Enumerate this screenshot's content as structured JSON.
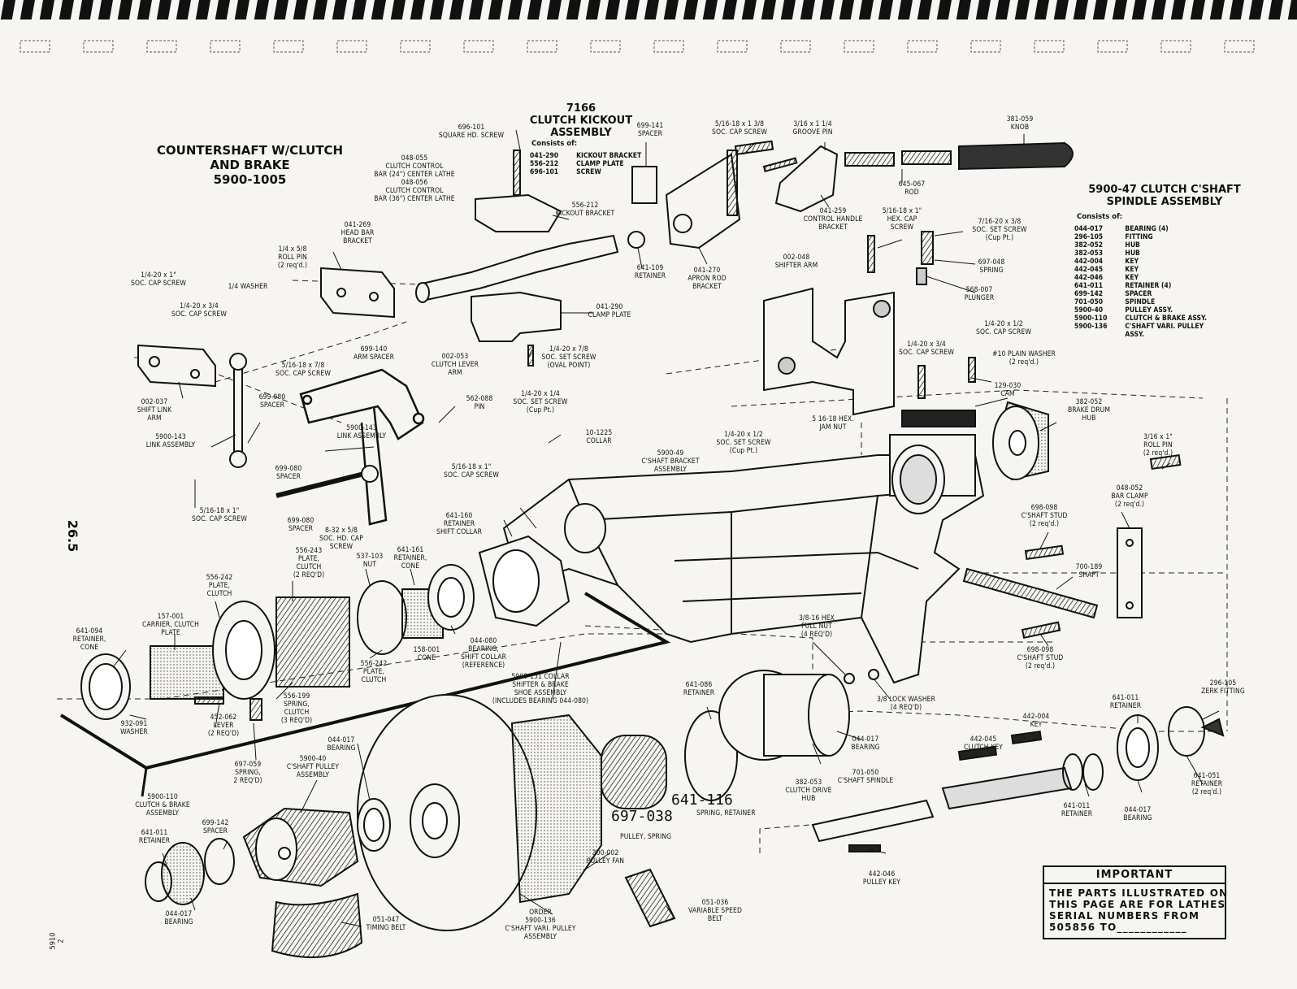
{
  "page": {
    "page_number": "26.5",
    "footer_code": "5910\n2"
  },
  "titles": {
    "main": "COUNTERSHAFT W/CLUTCH\nAND BRAKE\n5900-1005",
    "kickout": "7166\nCLUTCH KICKOUT\nASSEMBLY",
    "kickout_consists": "Consists of:",
    "spindle": "5900-47 CLUTCH C'SHAFT\nSPINDLE ASSEMBLY",
    "spindle_consists": "Consists of:"
  },
  "kickout_parts": [
    {
      "num": "041-290",
      "name": "KICKOUT BRACKET"
    },
    {
      "num": "556-212",
      "name": "CLAMP PLATE"
    },
    {
      "num": "696-101",
      "name": "SCREW"
    }
  ],
  "spindle_parts": [
    {
      "num": "044-017",
      "name": "BEARING (4)"
    },
    {
      "num": "296-105",
      "name": "FITTING"
    },
    {
      "num": "382-052",
      "name": "HUB"
    },
    {
      "num": "382-053",
      "name": "HUB"
    },
    {
      "num": "442-004",
      "name": "KEY"
    },
    {
      "num": "442-045",
      "name": "KEY"
    },
    {
      "num": "442-046",
      "name": "KEY"
    },
    {
      "num": "641-011",
      "name": "RETAINER (4)"
    },
    {
      "num": "699-142",
      "name": "SPACER"
    },
    {
      "num": "701-050",
      "name": "SPINDLE"
    },
    {
      "num": "5900-40",
      "name": "PULLEY ASSY."
    },
    {
      "num": "5900-110",
      "name": "CLUTCH & BRAKE ASSY."
    },
    {
      "num": "5900-136",
      "name": "C'SHAFT VARI. PULLEY\nASSY."
    }
  ],
  "important": {
    "heading": "IMPORTANT",
    "text": "THE PARTS ILLUSTRATED ON\nTHIS PAGE ARE FOR LATHES\nSERIAL NUMBERS FROM\n505856 TO____________"
  },
  "handwritten": {
    "part1": "641-116",
    "part1_desc": "SPRING, RETAINER",
    "part2": "697-038",
    "part2_desc": "PULLEY, SPRING"
  },
  "labels": [
    "696-101\nSQUARE HD. SCREW",
    "048-055\nCLUTCH CONTROL\nBAR (24\") CENTER LATHE\n048-056\nCLUTCH CONTROL\nBAR (36\") CENTER LATHE",
    "556-212\nKICKOUT BRACKET",
    "699-141\nSPACER",
    "5/16-18 x 1 3/8\nSOC. CAP SCREW",
    "3/16 x 1 1/4\nGROOVE PIN",
    "381-059\nKNOB",
    "645-067\nROD",
    "041-259\nCONTROL HANDLE\nBRACKET",
    "041-269\nHEAD BAR\nBRACKET",
    "1/4 x 5/8\nROLL PIN\n(2 req'd.)",
    "1/4-20 x 1\"\nSOC. CAP SCREW",
    "1/4 WASHER",
    "1/4-20 x 3/4\nSOC. CAP SCREW",
    "699-140\nARM SPACER",
    "641-109\nRETAINER",
    "041-270\nAPRON ROD\nBRACKET",
    "041-290\nCLAMP PLATE",
    "5/16-18 x 1\"\nHEX. CAP\nSCREW",
    "7/16-20 x 3/8\nSOC. SET SCREW\n(Cup Pt.)",
    "697-048\nSPRING",
    "568-007\nPLUNGER",
    "002-048\nSHIFTER ARM",
    "1/4-20 x 7/8\nSOC. SET SCREW\n(OVAL POINT)",
    "002-053\nCLUTCH LEVER\nARM",
    "1/4-20 x 1/2\nSOC. CAP SCREW",
    "1/4-20 x 3/4\nSOC. CAP SCREW",
    "#10 PLAIN WASHER\n(2 req'd.)",
    "129-030\nCAM",
    "382-052\nBRAKE DRUM\nHUB",
    "3/16 x 1\"\nROLL PIN\n(2 req'd.)",
    "5/16-18 x 7/8\nSOC. CAP SCREW",
    "699-080\nSPACER",
    "002-037\nSHIFT LINK\nARM",
    "5900-143\nLINK ASSEMBLY",
    "5900-143\nLINK ASSEMBLY",
    "562-088\nPIN",
    "1/4-20 x 1/4\nSOC. SET SCREW\n(Cup Pt.)",
    "10-1225\nCOLLAR",
    "5 16-18 HEX.\nJAM NUT",
    "1/4-20 x 1/2\nSOC. SET SCREW\n(Cup Pt.)",
    "5900-49\nC'SHAFT BRACKET\nASSEMBLY",
    "048-052\nBAR CLAMP\n(2 req'd.)",
    "699-080\nSPACER",
    "5/16-18 x 1\"\nSOC. CAP SCREW",
    "5/16-18 x 1\"\nSOC. CAP SCREW",
    "699-080\nSPACER",
    "8-32 x 5/8\nSOC. HD. CAP\nSCREW",
    "641-160\nRETAINER\nSHIFT COLLAR",
    "698-098\nC'SHAFT STUD\n(2 req'd.)",
    "556-243\nPLATE,\nCLUTCH\n(2 REQ'D)",
    "537-103\nNUT",
    "641-161\nRETAINER,\nCONE",
    "556-242\nPLATE,\nCLUTCH",
    "700-189\nSHAFT",
    "157-001\nCARRIER, CLUTCH\nPLATE",
    "641-094\nRETAINER,\nCONE",
    "3/8-16 HEX\nFULL NUT\n(4 REQ'D)",
    "158-001\nCONE",
    "044-080\nBEARING,\nSHIFT COLLAR\n(REFERENCE)",
    "556-242\nPLATE,\nCLUTCH",
    "698-098\nC'SHAFT STUD\n(2 req'd.)",
    "556-199\nSPRING,\nCLUTCH\n(3 REQ'D)",
    "5900-151 COLLAR\nSHIFTER & BRAKE\nSHOE ASSEMBLY\n(INCLUDES BEARING 044-080)",
    "296-105\nZERK FITTING",
    "3/8 LOCK WASHER\n(4 REQ'D)",
    "641-086\nRETAINER",
    "932-091\nWASHER",
    "452-062\nLEVER\n(2 REQ'D)",
    "641-011\nRETAINER",
    "044-017\nBEARING",
    "442-004\nKEY",
    "442-045\nCLUTCH KEY",
    "697-059\nSPRING,\n2 REQ'D)",
    "5900-40\nC'SHAFT PULLEY\nASSEMBLY",
    "044-017\nBEARING",
    "701-050\nC'SHAFT SPINDLE",
    "382-053\nCLUTCH DRIVE\nHUB",
    "5900-110\nCLUTCH & BRAKE\nASSEMBLY",
    "641-011\nRETAINER",
    "044-017\nBEARING",
    "641-051\nRETAINER\n(2 req'd.)",
    "699-142\nSPACER",
    "641-011\nRETAINER",
    "300-002\nPULLEY FAN",
    "442-046\nPULLEY KEY",
    "044-017\nBEARING",
    "051-047\nTIMING BELT",
    "ORDER\n5900-136\nC'SHAFT VARI. PULLEY\nASSEMBLY",
    "051-036\nVARIABLE SPEED\nBELT"
  ]
}
